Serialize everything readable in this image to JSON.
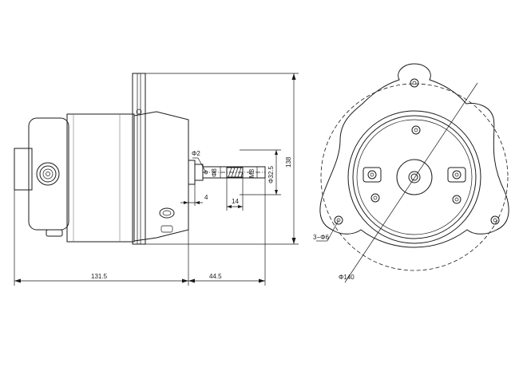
{
  "side_view": {
    "dims": {
      "phi2": "Φ2",
      "phi8": "Φ8",
      "m8": "M8",
      "phi32_5": "Φ32.5",
      "d138": "138",
      "d4": "4",
      "d14": "14",
      "d131_5": "131.5",
      "d44_5": "44.5"
    }
  },
  "front_view": {
    "dims": {
      "holes": "3−Φ6",
      "phi140": "Φ140"
    }
  }
}
